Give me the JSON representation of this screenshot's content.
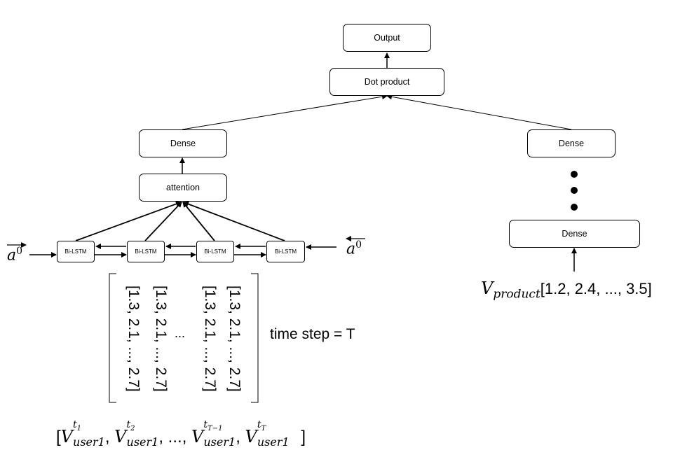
{
  "nodes": {
    "output": "Output",
    "dot_product": "Dot product",
    "dense_left": "Dense",
    "dense_right_top": "Dense",
    "dense_right_bottom": "Dense",
    "attention": "attention",
    "bilstm": [
      "Bi-LSTM",
      "Bi-LSTM",
      "Bi-LSTM",
      "Bi-LSTM"
    ]
  },
  "inputs": {
    "a0_forward": "a",
    "a0_backward": "a",
    "a0_sup": "0"
  },
  "matrix": {
    "rows": [
      "[1.3, 2.1, ..., 2.7]",
      "[1.3, 2.1, ..., 2.7]",
      "[1.3, 2.1, ..., 2.7]",
      "[1.3, 2.1, ..., 2.7]"
    ],
    "ellipsis": "...",
    "time_step_label": "time step = T"
  },
  "product_vector": {
    "symbol": "V",
    "subscript": "product",
    "values": "[1.2, 2.4, ..., 3.5]"
  },
  "user_sequence": {
    "open": "[",
    "close": "]",
    "symbol": "V",
    "subscript": "user1",
    "sep": ",",
    "ellipsis": "...",
    "superscripts": [
      "t",
      "t",
      "t",
      "t"
    ],
    "super_subs": [
      "1",
      "2",
      "T−1",
      "T"
    ]
  }
}
